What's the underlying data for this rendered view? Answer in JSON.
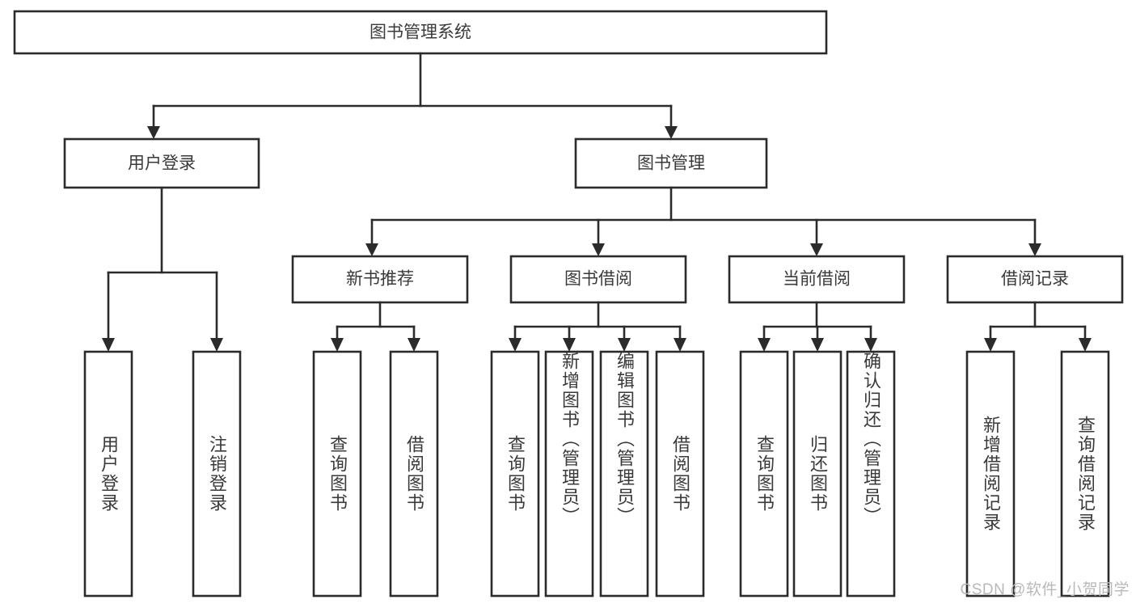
{
  "diagram": {
    "title": "图书管理系统",
    "type": "hierarchy-tree",
    "orientation": "top-down",
    "root": {
      "id": "root",
      "label": "图书管理系统"
    },
    "level2": [
      {
        "id": "user-login",
        "label": "用户登录"
      },
      {
        "id": "book-management",
        "label": "图书管理"
      }
    ],
    "level3": [
      {
        "id": "new-book-recommend",
        "label": "新书推荐",
        "parent": "book-management"
      },
      {
        "id": "book-borrow",
        "label": "图书借阅",
        "parent": "book-management"
      },
      {
        "id": "current-borrow",
        "label": "当前借阅",
        "parent": "book-management"
      },
      {
        "id": "borrow-record",
        "label": "借阅记录",
        "parent": "book-management"
      }
    ],
    "leaves": {
      "user-login": [
        {
          "id": "leaf-user-login",
          "label": "用户登录"
        },
        {
          "id": "leaf-user-logout",
          "label": "注销登录"
        }
      ],
      "new-book-recommend": [
        {
          "id": "leaf-query-book-1",
          "label": "查询图书"
        },
        {
          "id": "leaf-borrow-book-1",
          "label": "借阅图书"
        }
      ],
      "book-borrow": [
        {
          "id": "leaf-query-book-2",
          "label": "查询图书"
        },
        {
          "id": "leaf-add-book",
          "label": "新增图书（管理员）"
        },
        {
          "id": "leaf-edit-book",
          "label": "编辑图书（管理员）"
        },
        {
          "id": "leaf-borrow-book-2",
          "label": "借阅图书"
        }
      ],
      "current-borrow": [
        {
          "id": "leaf-query-book-3",
          "label": "查询图书"
        },
        {
          "id": "leaf-return-book",
          "label": "归还图书"
        },
        {
          "id": "leaf-confirm-return",
          "label": "确认归还（管理员）"
        }
      ],
      "borrow-record": [
        {
          "id": "leaf-add-record",
          "label": "新增借阅记录"
        },
        {
          "id": "leaf-query-record",
          "label": "查询借阅记录"
        }
      ]
    }
  },
  "watermark": {
    "text": "CSDN @软件_小贺同学"
  },
  "colors": {
    "box_stroke": "#2b2b2b",
    "box_fill": "#ffffff",
    "text": "#3a3a3a",
    "background": "#ffffff",
    "watermark": "#b9b9b9"
  }
}
